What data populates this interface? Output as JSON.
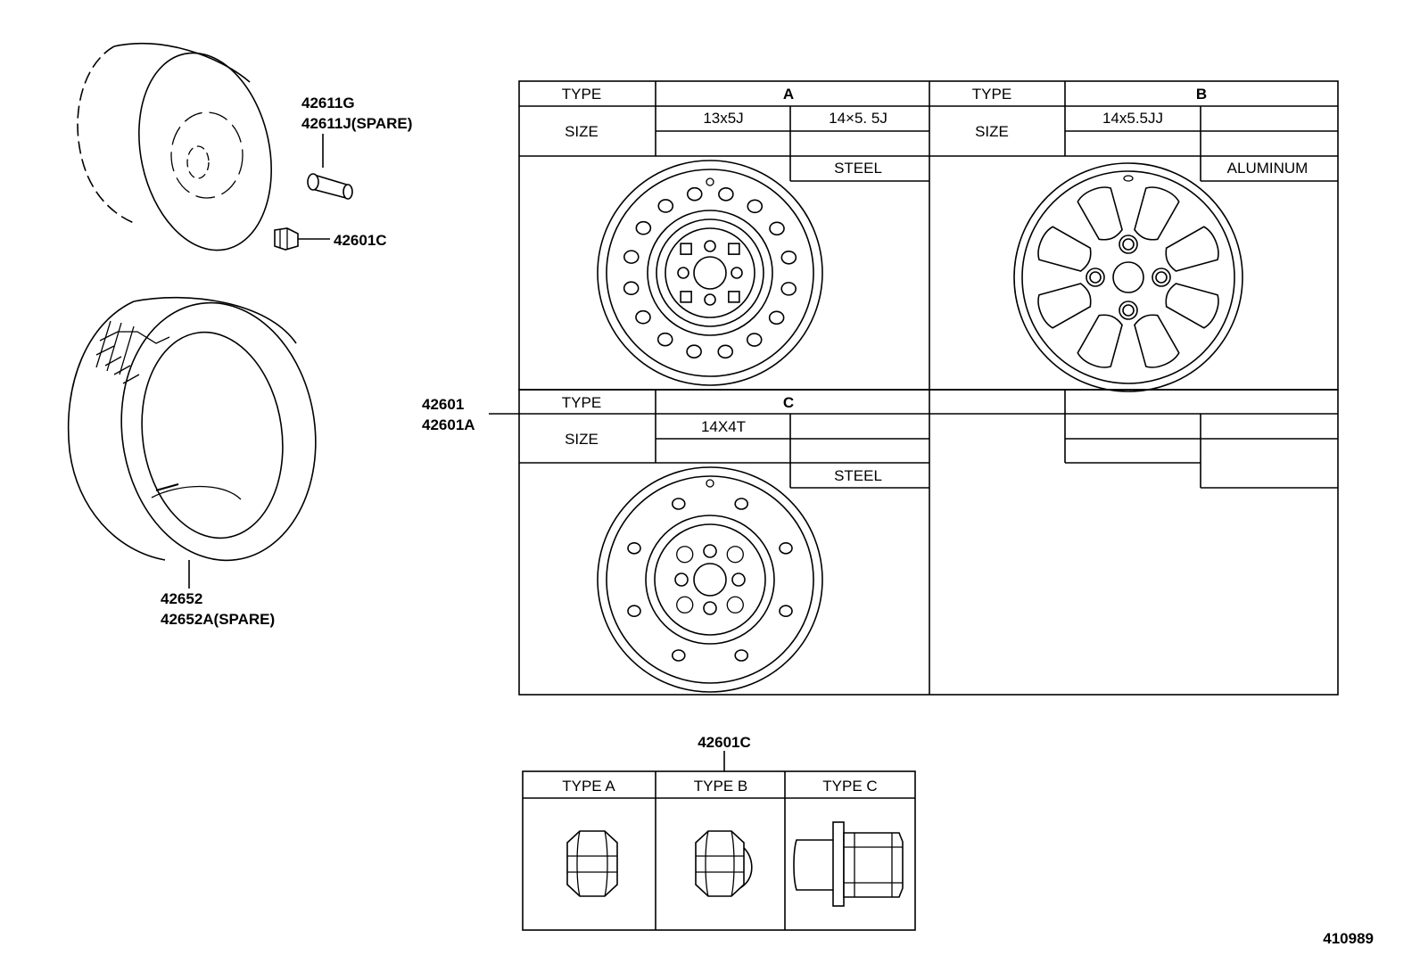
{
  "callouts": {
    "valve_1": "42611G",
    "valve_2": "42611J(SPARE)",
    "valve_cap": "42601C",
    "tire_1": "42652",
    "tire_2": "42652A(SPARE)",
    "wheel_1": "42601",
    "wheel_2": "42601A",
    "nut_group": "42601C",
    "diagram_no": "410989"
  },
  "table_top": {
    "type_label": "TYPE",
    "size_label": "SIZE",
    "type_a": "A",
    "type_b": "B",
    "a_size_1": "13x5J",
    "a_size_2": "14×5. 5J",
    "a_material": "STEEL",
    "b_size_1": "14x5.5JJ",
    "b_material": "ALUMINUM"
  },
  "table_mid": {
    "type_label": "TYPE",
    "size_label": "SIZE",
    "type_c": "C",
    "c_size_1": "14X4T",
    "c_material": "STEEL"
  },
  "nut_table": {
    "col_a": "TYPE  A",
    "col_b": "TYPE  B",
    "col_c": "TYPE  C"
  }
}
